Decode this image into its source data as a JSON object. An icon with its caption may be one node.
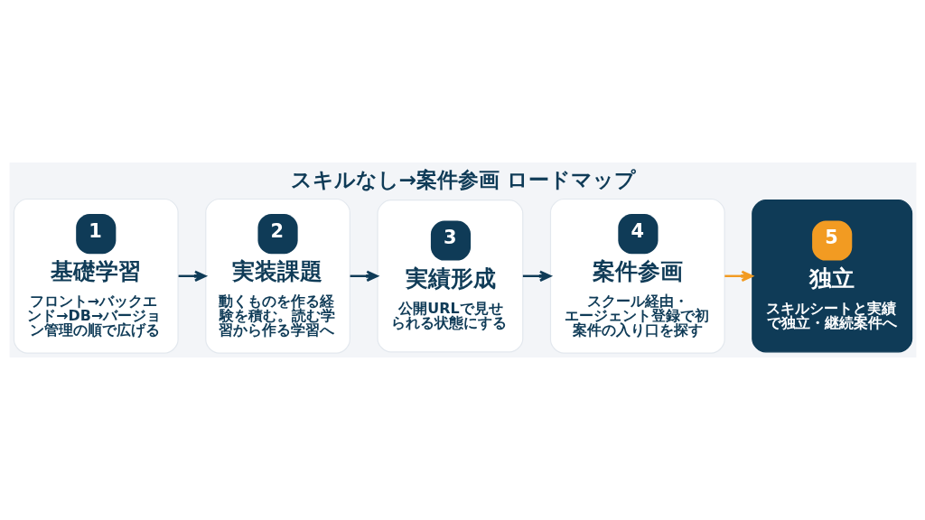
{
  "diagram": {
    "title": "スキルなし→案件参画 ロードマップ",
    "nodes": [
      {
        "text": [
          "1",
          "基礎学習",
          "フロント→バックエンド→DB→バージョン管理の順で広げる"
        ]
      },
      {
        "text": [
          "2",
          "実装課題",
          "動くものを作る経験を積む。読む学習から作る学習へ"
        ]
      },
      {
        "text": [
          "3",
          "実績形成",
          "公開URLで見せられる状態にする"
        ]
      },
      {
        "text": [
          "4",
          "案件参画",
          "スクール経由・エージェント登録で初案件の入り口を探す"
        ]
      },
      {
        "text": [
          "5",
          "独立",
          "スキルシートと実績で独立・継続案件へ"
        ]
      }
    ],
    "edges": [
      {
        "from": 0,
        "to": 1,
        "arrow": "to"
      },
      {
        "from": 1,
        "to": 2,
        "arrow": "to"
      },
      {
        "from": 2,
        "to": 3,
        "arrow": "to"
      },
      {
        "from": 3,
        "to": 4,
        "arrow": "to",
        "color": "#f29b22"
      }
    ]
  }
}
